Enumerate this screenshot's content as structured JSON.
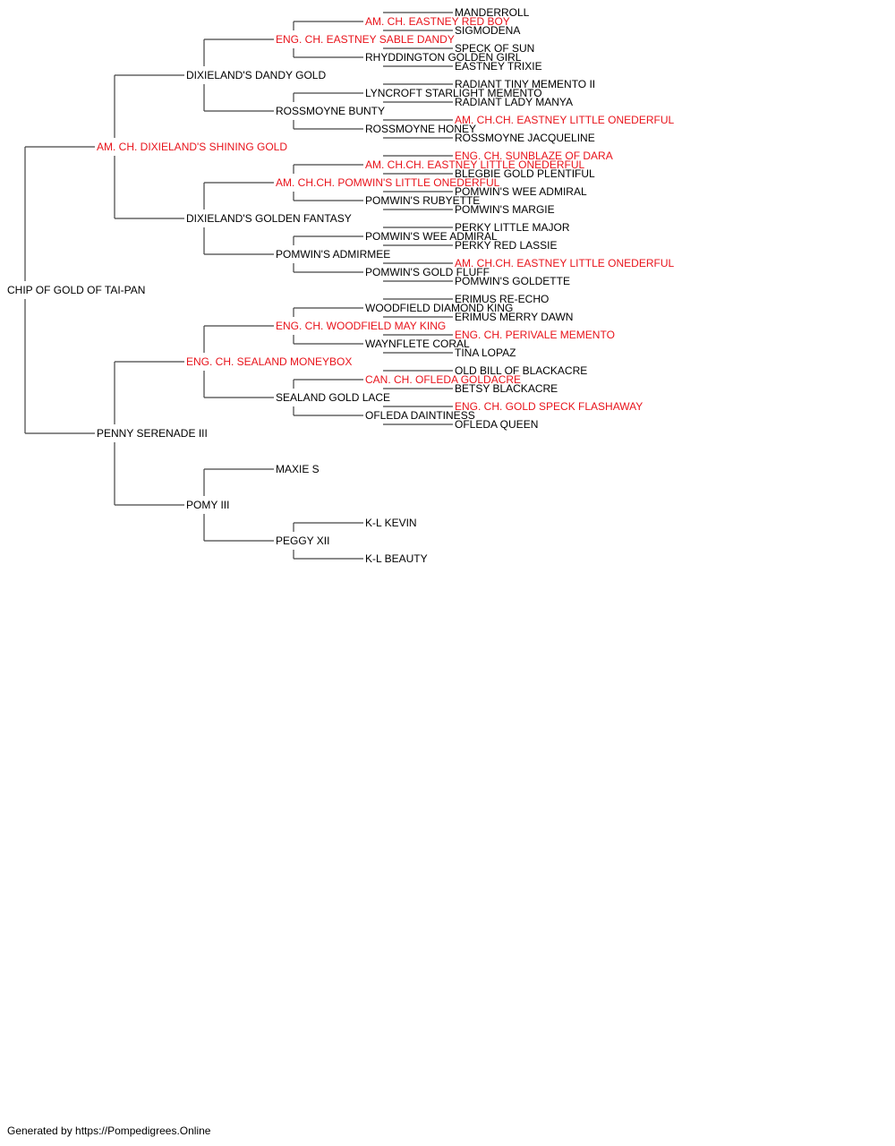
{
  "colors": {
    "champion": "#e8131b",
    "regular": "#000000",
    "line": "#444444"
  },
  "footer": "Generated by https://Pompedigrees.Online",
  "pedigree": {
    "name": "CHIP OF GOLD OF TAI-PAN",
    "champion": false,
    "sire": {
      "name": "AM. CH. DIXIELAND'S SHINING GOLD",
      "champion": true,
      "sire": {
        "name": "DIXIELAND'S DANDY GOLD",
        "champion": false,
        "sire": {
          "name": "ENG. CH. EASTNEY SABLE DANDY",
          "champion": true,
          "sire": {
            "name": "AM. CH. EASTNEY RED BOY",
            "champion": true,
            "sire": {
              "name": "MANDERROLL",
              "champion": false
            },
            "dam": {
              "name": "SIGMODENA",
              "champion": false
            }
          },
          "dam": {
            "name": "RHYDDINGTON GOLDEN GIRL",
            "champion": false,
            "sire": {
              "name": "SPECK OF SUN",
              "champion": false
            },
            "dam": {
              "name": "EASTNEY TRIXIE",
              "champion": false
            }
          }
        },
        "dam": {
          "name": "ROSSMOYNE BUNTY",
          "champion": false,
          "sire": {
            "name": "LYNCROFT STARLIGHT MEMENTO",
            "champion": false,
            "sire": {
              "name": "RADIANT TINY MEMENTO II",
              "champion": false
            },
            "dam": {
              "name": "RADIANT LADY MANYA",
              "champion": false
            }
          },
          "dam": {
            "name": "ROSSMOYNE HONEY",
            "champion": false,
            "sire": {
              "name": "AM. CH.CH. EASTNEY LITTLE ONEDERFUL",
              "champion": true
            },
            "dam": {
              "name": "ROSSMOYNE JACQUELINE",
              "champion": false
            }
          }
        }
      },
      "dam": {
        "name": "DIXIELAND'S GOLDEN FANTASY",
        "champion": false,
        "sire": {
          "name": "AM. CH.CH. POMWIN'S LITTLE ONEDERFUL",
          "champion": true,
          "sire": {
            "name": "AM. CH.CH. EASTNEY LITTLE ONEDERFUL",
            "champion": true,
            "sire": {
              "name": "ENG. CH. SUNBLAZE OF DARA",
              "champion": true
            },
            "dam": {
              "name": "BLEGBIE GOLD PLENTIFUL",
              "champion": false
            }
          },
          "dam": {
            "name": "POMWIN'S RUBYETTE",
            "champion": false,
            "sire": {
              "name": "POMWIN'S WEE ADMIRAL",
              "champion": false
            },
            "dam": {
              "name": "POMWIN'S MARGIE",
              "champion": false
            }
          }
        },
        "dam": {
          "name": "POMWIN'S ADMIRMEE",
          "champion": false,
          "sire": {
            "name": "POMWIN'S WEE ADMIRAL",
            "champion": false,
            "sire": {
              "name": "PERKY LITTLE MAJOR",
              "champion": false
            },
            "dam": {
              "name": "PERKY RED LASSIE",
              "champion": false
            }
          },
          "dam": {
            "name": "POMWIN'S GOLD FLUFF",
            "champion": false,
            "sire": {
              "name": "AM. CH.CH. EASTNEY LITTLE ONEDERFUL",
              "champion": true
            },
            "dam": {
              "name": "POMWIN'S GOLDETTE",
              "champion": false
            }
          }
        }
      }
    },
    "dam": {
      "name": "PENNY SERENADE III",
      "champion": false,
      "sire": {
        "name": "ENG. CH. SEALAND MONEYBOX",
        "champion": true,
        "sire": {
          "name": "ENG. CH. WOODFIELD MAY KING",
          "champion": true,
          "sire": {
            "name": "WOODFIELD DIAMOND KING",
            "champion": false,
            "sire": {
              "name": "ERIMUS RE-ECHO",
              "champion": false
            },
            "dam": {
              "name": "ERIMUS MERRY DAWN",
              "champion": false
            }
          },
          "dam": {
            "name": "WAYNFLETE CORAL",
            "champion": false,
            "sire": {
              "name": "ENG. CH. PERIVALE MEMENTO",
              "champion": true
            },
            "dam": {
              "name": "TINA LOPAZ",
              "champion": false
            }
          }
        },
        "dam": {
          "name": "SEALAND GOLD LACE",
          "champion": false,
          "sire": {
            "name": "CAN. CH. OFLEDA GOLDACRE",
            "champion": true,
            "sire": {
              "name": "OLD BILL OF BLACKACRE",
              "champion": false
            },
            "dam": {
              "name": "BETSY BLACKACRE",
              "champion": false
            }
          },
          "dam": {
            "name": "OFLEDA DAINTINESS",
            "champion": false,
            "sire": {
              "name": "ENG. CH. GOLD SPECK FLASHAWAY",
              "champion": true
            },
            "dam": {
              "name": "OFLEDA QUEEN",
              "champion": false
            }
          }
        }
      },
      "dam": {
        "name": "POMY III",
        "champion": false,
        "sire": {
          "name": "MAXIE S",
          "champion": false
        },
        "dam": {
          "name": "PEGGY XII",
          "champion": false,
          "sire": {
            "name": "K-L KEVIN",
            "champion": false
          },
          "dam": {
            "name": "K-L BEAUTY",
            "champion": false
          }
        }
      }
    }
  }
}
